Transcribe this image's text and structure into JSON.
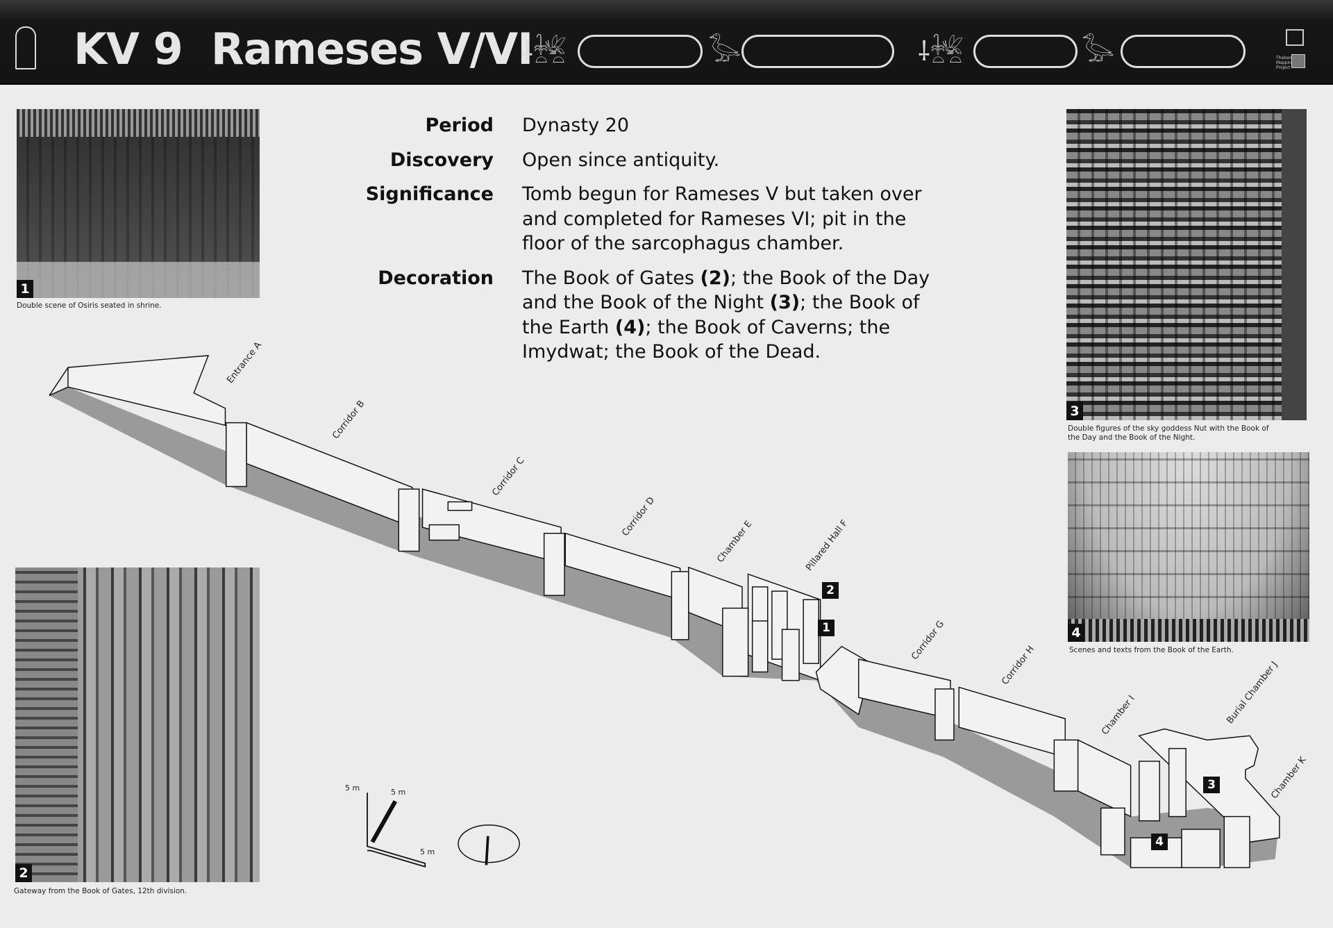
{
  "header": {
    "title": "KV 9  Rameses V/VI",
    "logo_text": "Theban Mapping Project"
  },
  "info": [
    {
      "label": "Period",
      "value": "Dynasty 20"
    },
    {
      "label": "Discovery",
      "value": "Open since antiquity."
    },
    {
      "label": "Significance",
      "value": "Tomb begun for Rameses V but taken over and completed for Rameses VI; pit in the floor of the sarcophagus chamber."
    },
    {
      "label": "Decoration",
      "parts": [
        {
          "text": "The Book of Gates ",
          "bold": false
        },
        {
          "text": "(2)",
          "bold": true
        },
        {
          "text": "; the Book of the Day and the Book of the Night ",
          "bold": false
        },
        {
          "text": "(3)",
          "bold": true
        },
        {
          "text": "; the Book of the Earth ",
          "bold": false
        },
        {
          "text": "(4)",
          "bold": true
        },
        {
          "text": "; the Book of Caverns; the Imydwat; the Book of the Dead.",
          "bold": false
        }
      ]
    }
  ],
  "photos": [
    {
      "number": "1",
      "caption": "Double scene of Osiris seated in shrine."
    },
    {
      "number": "2",
      "caption": "Gateway from the Book of Gates, 12th division."
    },
    {
      "number": "3",
      "caption": "Double figures of the sky goddess Nut with the Book of the Day and the Book of the Night."
    },
    {
      "number": "4",
      "caption": "Scenes and texts from the Book of the Earth."
    }
  ],
  "plan": {
    "labels": [
      "Entrance A",
      "Corridor B",
      "Corridor C",
      "Corridor D",
      "Chamber E",
      "Pillared Hall F",
      "Corridor G",
      "Corridor H",
      "Chamber I",
      "Burial Chamber J",
      "Chamber K"
    ],
    "markers": [
      "2",
      "1",
      "3",
      "4"
    ],
    "scale": [
      "5 m",
      "5 m",
      "5 m"
    ]
  }
}
